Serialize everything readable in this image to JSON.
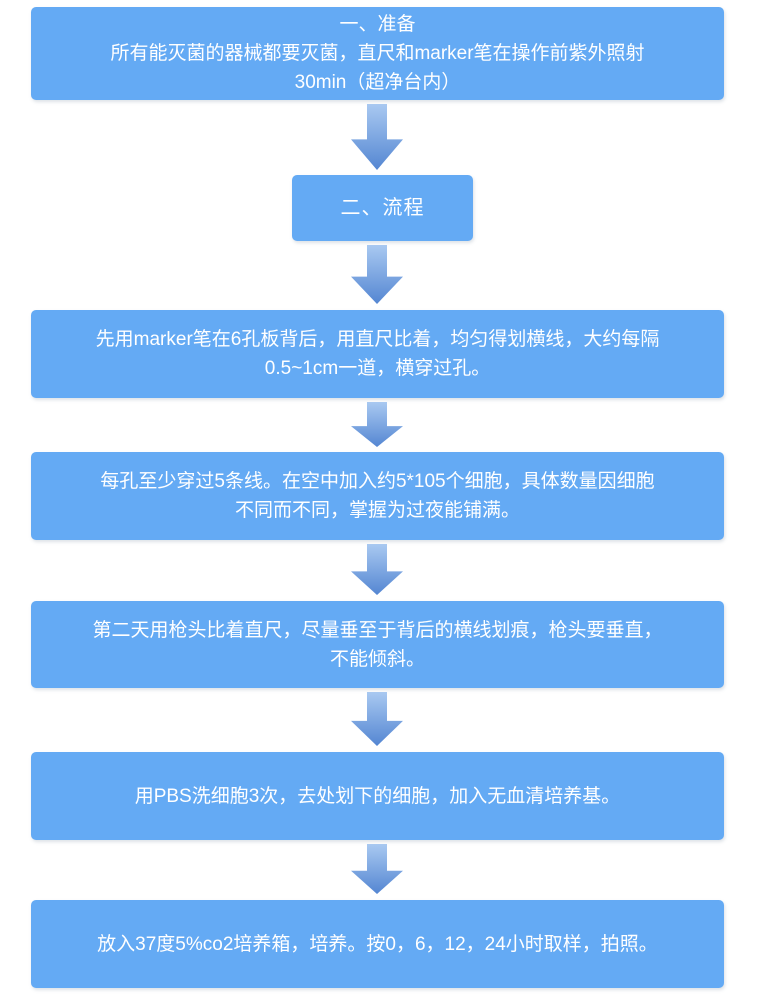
{
  "flowchart": {
    "colors": {
      "page_background": "#ffffff",
      "box_fill": "#64aaf4",
      "box_text": "#ffffff",
      "arrow_gradient_top": "#a9c9f1",
      "arrow_gradient_bottom": "#5486d2"
    },
    "steps": [
      {
        "name": "preparation",
        "title": "一、准备",
        "body": "所有能灭菌的器械都要灭菌，直尺和marker笔在操作前紫外照射\n30min（超净台内）"
      },
      {
        "name": "process-header",
        "title": "二、流程"
      },
      {
        "name": "mark-lines",
        "body": "先用marker笔在6孔板背后，用直尺比着，均匀得划横线，大约每隔\n0.5~1cm一道，横穿过孔。"
      },
      {
        "name": "seed-cells",
        "body": "每孔至少穿过5条线。在空中加入约5*105个细胞，具体数量因细胞\n不同而不同，掌握为过夜能铺满。"
      },
      {
        "name": "scratch",
        "body": "第二天用枪头比着直尺，尽量垂至于背后的横线划痕，枪头要垂直，\n不能倾斜。"
      },
      {
        "name": "wash-pbs",
        "body": "用PBS洗细胞3次，去处划下的细胞，加入无血清培养基。"
      },
      {
        "name": "incubate",
        "body": "放入37度5%co2培养箱，培养。按0，6，12，24小时取样，拍照。"
      }
    ]
  }
}
